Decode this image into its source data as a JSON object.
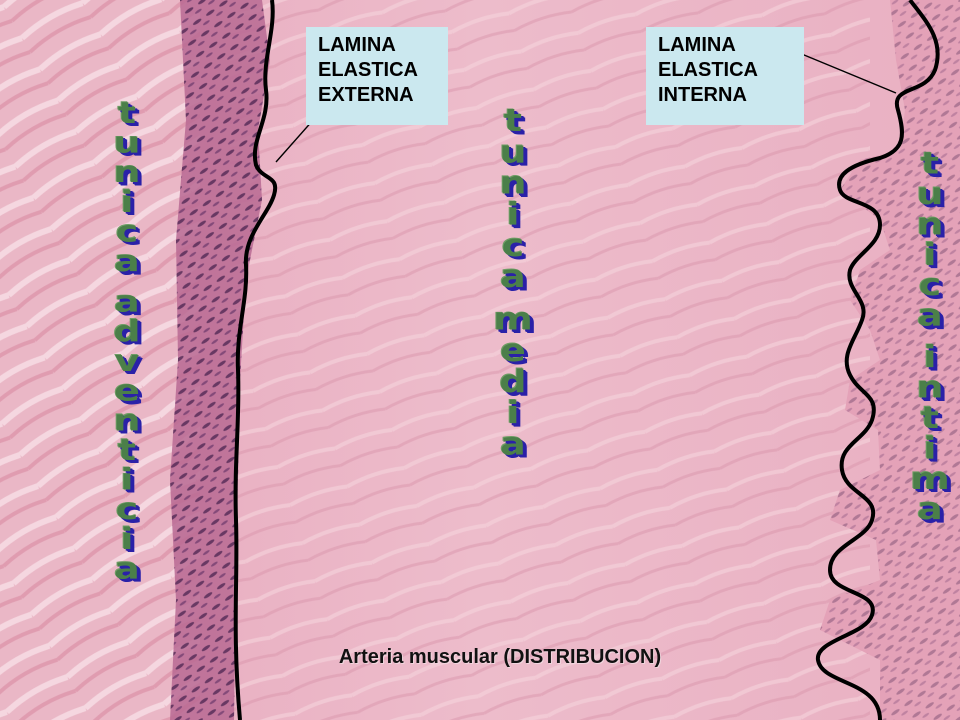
{
  "image": {
    "description_colors": {
      "stroma": "#e9b3c4",
      "adventitia_nuclei": "#4a2450",
      "lamina_line": "#000000",
      "callout_bg": "#cbe8ef",
      "vertical_label_fill": "#4b7f49",
      "vertical_label_shadow": "#2a21a8"
    }
  },
  "callouts": {
    "externa": {
      "line1": "LAMINA",
      "line2": "ELASTICA",
      "line3": "EXTERNA"
    },
    "interna": {
      "line1": "LAMINA",
      "line2": "ELASTICA",
      "line3": "INTERNA"
    }
  },
  "vertical_labels": {
    "adventicia": [
      "t",
      "u",
      "n",
      "i",
      "c",
      "a",
      "",
      "a",
      "d",
      "v",
      "e",
      "n",
      "t",
      "i",
      "c",
      "i",
      "a"
    ],
    "media": [
      "t",
      "u",
      "n",
      "i",
      "c",
      "a",
      "",
      "m",
      "e",
      "d",
      "i",
      "a"
    ],
    "intima": [
      "t",
      "u",
      "n",
      "i",
      "c",
      "a",
      "",
      "i",
      "n",
      "t",
      "i",
      "m",
      "a"
    ]
  },
  "caption": "Arteria muscular (DISTRIBUCION)"
}
